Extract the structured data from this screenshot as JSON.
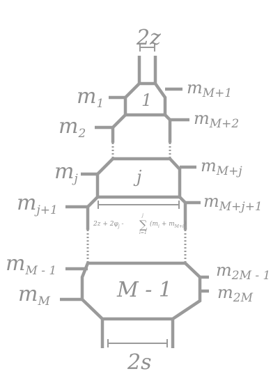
{
  "top_width_label": "2z",
  "bottom_width_label": "2s",
  "faces": {
    "face_1": "1",
    "face_j": "j",
    "face_M_minus_1": "M - 1"
  },
  "left_masses": [
    {
      "base": "m",
      "sub": "1"
    },
    {
      "base": "m",
      "sub": "2"
    },
    {
      "base": "m",
      "sub": "j"
    },
    {
      "base": "m",
      "sub": "j+1"
    },
    {
      "base": "m",
      "sub": "M - 1"
    },
    {
      "base": "m",
      "sub": "M"
    }
  ],
  "right_masses": [
    {
      "base": "m",
      "sub": "M+1"
    },
    {
      "base": "m",
      "sub": "M+2"
    },
    {
      "base": "m",
      "sub": "M+j"
    },
    {
      "base": "m",
      "sub": "M+j+1"
    },
    {
      "base": "m",
      "sub": "2M - 1"
    },
    {
      "base": "m",
      "sub": "2M"
    }
  ],
  "width_formula": {
    "prefix": "2z + 2φ",
    "prefix_sub": "j",
    "minus": " - ",
    "sum_sign": "∑",
    "sum_upper": "j",
    "sum_lower": "i=1",
    "summand": "(m",
    "summand_sub_1": "i",
    "summand_mid": " + m",
    "summand_sub_2": "M+i",
    "summand_close": ")"
  }
}
